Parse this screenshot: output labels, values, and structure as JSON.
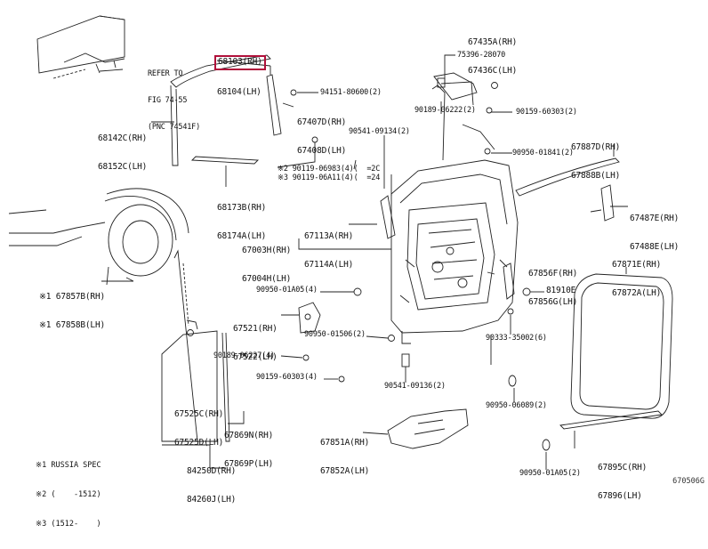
{
  "reference_note": {
    "line1": "REFER TO",
    "line2": "FIG 74-55",
    "line3": "(PNC 74541F)"
  },
  "highlighted_part": {
    "rh": "68103(RH)",
    "lh": "68104(LH)"
  },
  "labels": {
    "p67435": "67435A(RH)",
    "p67436": "67436C(LH)",
    "p75396": "75396-28070",
    "p94151": "94151-80600(2)",
    "p67407": "67407D(RH)",
    "p67408": "67408D(LH)",
    "p90189a": "90189-06222(2)",
    "p90159a": "90159-60303(2)",
    "p68142": "68142C(RH)",
    "p68152": "68152C(LH)",
    "p90541a": "90541-09134(2)",
    "p67887": "67887D(RH)",
    "p67888": "67888B(LH)",
    "p90950a": "90950-01841(2)",
    "p90119a": "※2 90119-06983(4)(  =2C",
    "p90119b": "※3 90119-06A11(4)(  =24",
    "p68173": "68173B(RH)",
    "p68174": "68174A(LH)",
    "p67487": "67487E(RH)",
    "p67488": "67488E(LH)",
    "p67113": "67113A(RH)",
    "p67114": "67114A(LH)",
    "p67003": "67003H(RH)",
    "p67004": "67004H(LH)",
    "p67871": "67871E(RH)",
    "p67872": "67872A(LH)",
    "p67856": "67856F(RH)",
    "p67856g": "67856G(LH)",
    "p67857": "※1 67857B(RH)",
    "p67858": "※1 67858B(LH)",
    "p90950b": "90950-01A05(4)",
    "p81910": "81910E",
    "p67521": "67521(RH)",
    "p67522": "67522(LH)",
    "p90950c": "90950-01506(2)",
    "p90333": "90333-35002(6)",
    "p90189b": "90189-06227(4)",
    "p90159b": "90159-60303(4)",
    "p90541b": "90541-09136(2)",
    "p90950d": "90950-06089(2)",
    "p67525c": "67525C(RH)",
    "p67525d": "67525D(LH)",
    "p67869n": "67869N(RH)",
    "p67869p": "67869P(LH)",
    "p67851": "67851A(RH)",
    "p67852": "67852A(LH)",
    "p84250": "84250D(RH)",
    "p84260": "84260J(LH)",
    "p67895": "67895C(RH)",
    "p67896": "67896(LH)",
    "p90950e": "90950-01A05(2)"
  },
  "legend": [
    "※1 RUSSIA SPEC",
    "※2 (    -1512)",
    "※3 (1512-    )"
  ],
  "diagram_code": "670506G"
}
